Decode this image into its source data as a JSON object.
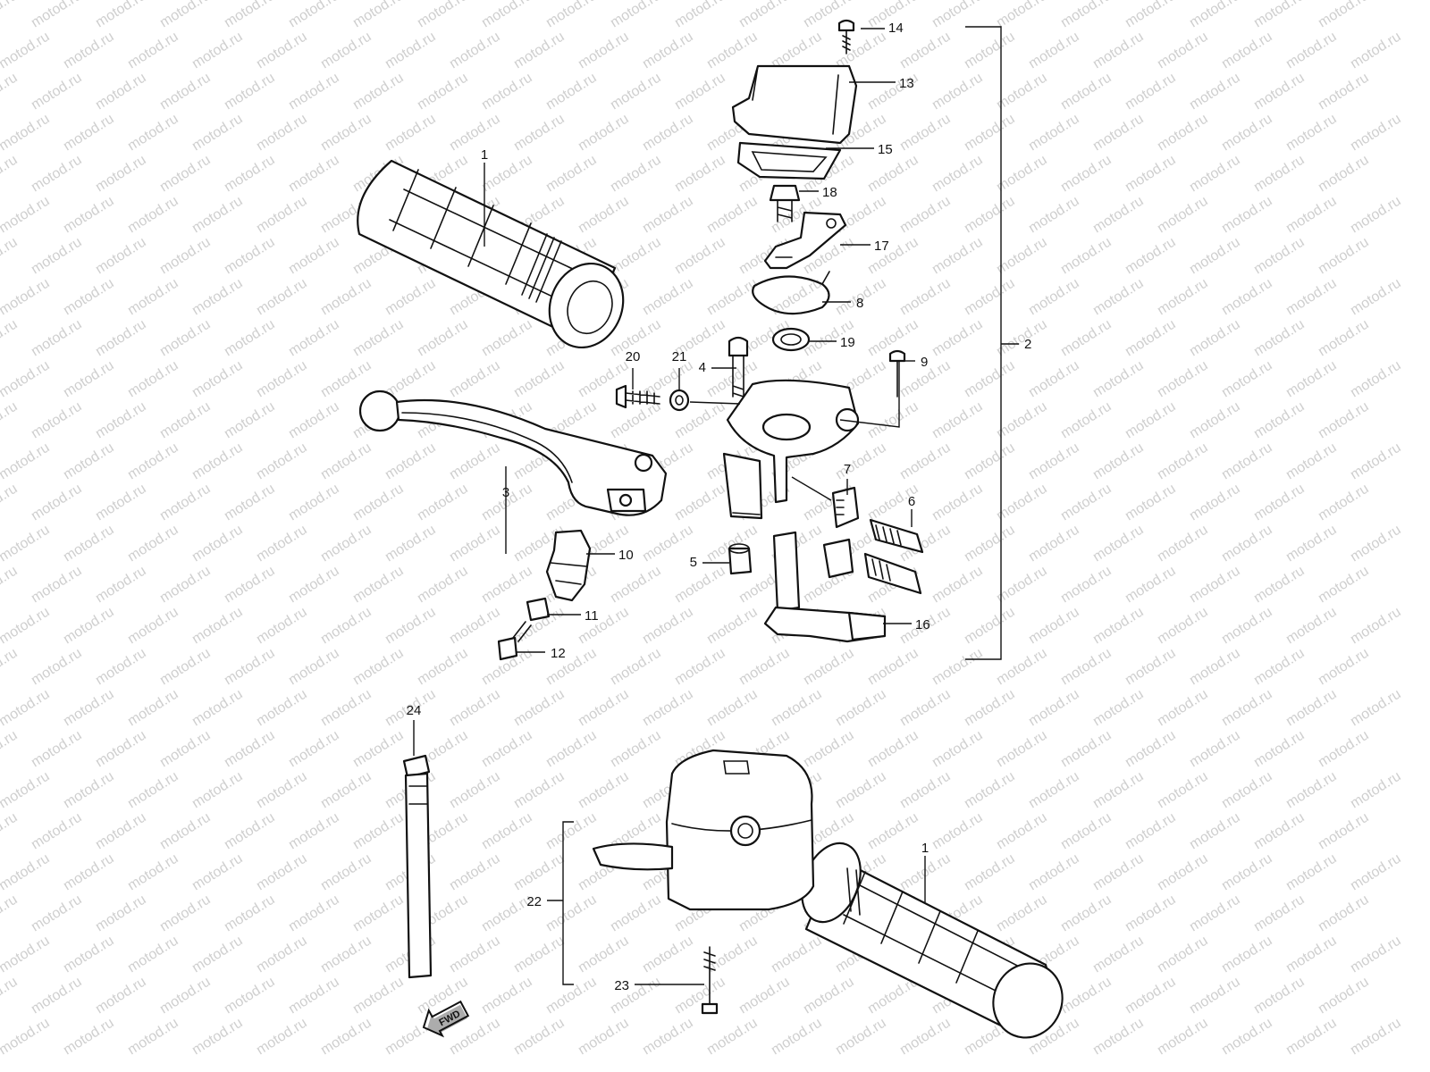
{
  "watermark": {
    "text": "motod.ru"
  },
  "callouts": {
    "c1a": "1",
    "c1b": "1",
    "c2": "2",
    "c3": "3",
    "c4": "4",
    "c5": "5",
    "c6": "6",
    "c7": "7",
    "c8": "8",
    "c9": "9",
    "c10": "10",
    "c11": "11",
    "c12": "12",
    "c13": "13",
    "c14": "14",
    "c15": "15",
    "c16": "16",
    "c17": "17",
    "c18": "18",
    "c19": "19",
    "c20": "20",
    "c21": "21",
    "c22": "22",
    "c23": "23",
    "c24": "24"
  },
  "fwd_badge": {
    "label": "FWD"
  }
}
